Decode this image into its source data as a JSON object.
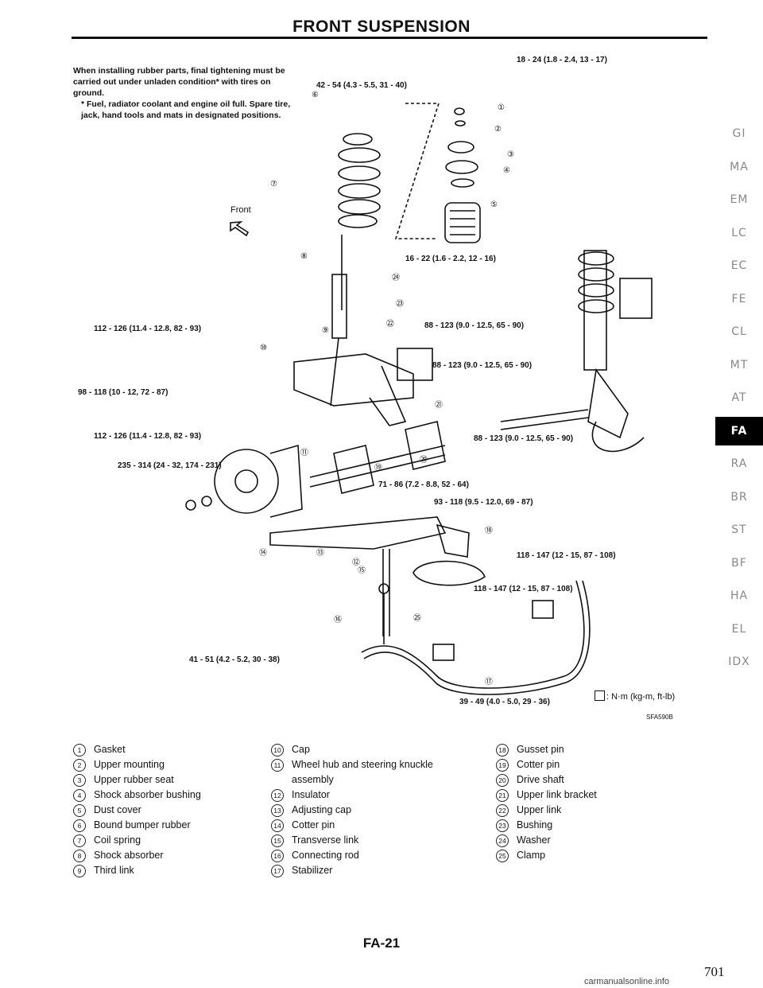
{
  "header": {
    "title": "FRONT SUSPENSION"
  },
  "note": {
    "line1": "When installing rubber parts, final tightening must be carried out under unladen condition* with tires on ground.",
    "line2": "* Fuel, radiator coolant and engine oil full. Spare tire, jack, hand tools and mats in designated positions."
  },
  "front_label": "Front",
  "torques": [
    "42 - 54 (4.3 - 5.5, 31 - 40)",
    "18 - 24 (1.8 - 2.4, 13 - 17)",
    "16 - 22 (1.6 - 2.2, 12 - 16)",
    "112 - 126 (11.4 - 12.8, 82 - 93)",
    "88 - 123 (9.0 - 12.5, 65 - 90)",
    "88 - 123 (9.0 - 12.5, 65 - 90)",
    "98 - 118 (10 - 12, 72 - 87)",
    "112 - 126 (11.4 - 12.8, 82 - 93)",
    "88 - 123 (9.0 - 12.5, 65 - 90)",
    "235 - 314 (24 - 32, 174 - 231)",
    "71 - 86 (7.2 - 8.8, 52 - 64)",
    "93 - 118 (9.5 - 12.0, 69 - 87)",
    "118 - 147 (12 - 15, 87 - 108)",
    "118 - 147 (12 - 15, 87 - 108)",
    "41 - 51 (4.2 - 5.2, 30 - 38)",
    "39 - 49 (4.0 - 5.0, 29 - 36)"
  ],
  "units": ": N·m (kg-m, ft-lb)",
  "figure_code": "SFA590B",
  "legend": {
    "col1": [
      {
        "num": "1",
        "label": "Gasket"
      },
      {
        "num": "2",
        "label": "Upper mounting"
      },
      {
        "num": "3",
        "label": "Upper rubber seat"
      },
      {
        "num": "4",
        "label": "Shock absorber bushing"
      },
      {
        "num": "5",
        "label": "Dust cover"
      },
      {
        "num": "6",
        "label": "Bound bumper rubber"
      },
      {
        "num": "7",
        "label": "Coil spring"
      },
      {
        "num": "8",
        "label": "Shock absorber"
      },
      {
        "num": "9",
        "label": "Third link"
      }
    ],
    "col2": [
      {
        "num": "10",
        "label": "Cap"
      },
      {
        "num": "11",
        "label": "Wheel hub and steering knuckle assembly"
      },
      {
        "num": "12",
        "label": "Insulator"
      },
      {
        "num": "13",
        "label": "Adjusting cap"
      },
      {
        "num": "14",
        "label": "Cotter pin"
      },
      {
        "num": "15",
        "label": "Transverse link"
      },
      {
        "num": "16",
        "label": "Connecting rod"
      },
      {
        "num": "17",
        "label": "Stabilizer"
      }
    ],
    "col3": [
      {
        "num": "18",
        "label": "Gusset pin"
      },
      {
        "num": "19",
        "label": "Cotter pin"
      },
      {
        "num": "20",
        "label": "Drive shaft"
      },
      {
        "num": "21",
        "label": "Upper link bracket"
      },
      {
        "num": "22",
        "label": "Upper link"
      },
      {
        "num": "23",
        "label": "Bushing"
      },
      {
        "num": "24",
        "label": "Washer"
      },
      {
        "num": "25",
        "label": "Clamp"
      }
    ]
  },
  "sidebar": [
    "GI",
    "MA",
    "EM",
    "LC",
    "EC",
    "FE",
    "CL",
    "MT",
    "AT",
    "FA",
    "RA",
    "BR",
    "ST",
    "BF",
    "HA",
    "EL",
    "IDX"
  ],
  "sidebar_active": "FA",
  "footer": {
    "page_code": "FA-21",
    "page_number": "701",
    "watermark": "carmanualsonline.info"
  }
}
